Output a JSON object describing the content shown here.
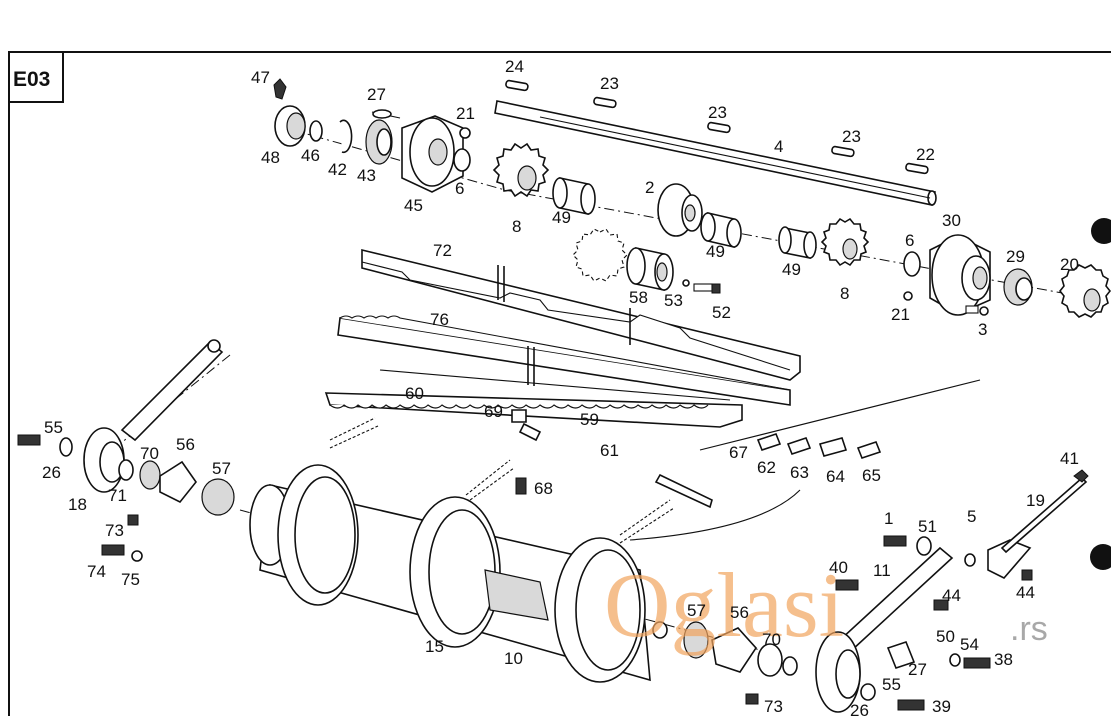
{
  "section_code": "E03",
  "callouts": {
    "c47": "47",
    "c48": "48",
    "c46": "46",
    "c27": "27",
    "c42": "42",
    "c43": "43",
    "c45": "45",
    "c21a": "21",
    "c6a": "6",
    "c24": "24",
    "c23a": "23",
    "c23b": "23",
    "c4": "4",
    "c23c": "23",
    "c22": "22",
    "c8a": "8",
    "c49a": "49",
    "c2": "2",
    "c49b": "49",
    "c49c": "49",
    "c8b": "8",
    "c6b": "6",
    "c30": "30",
    "c29": "29",
    "c20": "20",
    "c21b": "21",
    "c3": "3",
    "c72": "72",
    "c58": "58",
    "c53": "53",
    "c52": "52",
    "c76": "76",
    "c60": "60",
    "c69": "69",
    "c59": "59",
    "c61": "61",
    "c67": "67",
    "c62": "62",
    "c63": "63",
    "c64": "64",
    "c65": "65",
    "c68": "68",
    "c55a": "55",
    "c26a": "26",
    "c70a": "70",
    "c56a": "56",
    "c57a": "57",
    "c18": "18",
    "c71": "71",
    "c73a": "73",
    "c74": "74",
    "c75": "75",
    "c15": "15",
    "c10": "10",
    "c57b": "57",
    "c56b": "56",
    "c70b": "70",
    "c73b": "73",
    "c26b": "26",
    "c55b": "55",
    "c39": "39",
    "c27b": "27",
    "c38": "38",
    "c54": "54",
    "c50": "50",
    "c44a": "44",
    "c11": "11",
    "c40": "40",
    "c1": "1",
    "c51": "51",
    "c5": "5",
    "c44b": "44",
    "c41": "41",
    "c19": "19"
  },
  "watermark": {
    "brand": "Oglasi",
    "tld": ".rs"
  },
  "colors": {
    "ink": "#111111",
    "watermark_orange": "#f2a45e",
    "watermark_grey": "#9a9a9a"
  }
}
